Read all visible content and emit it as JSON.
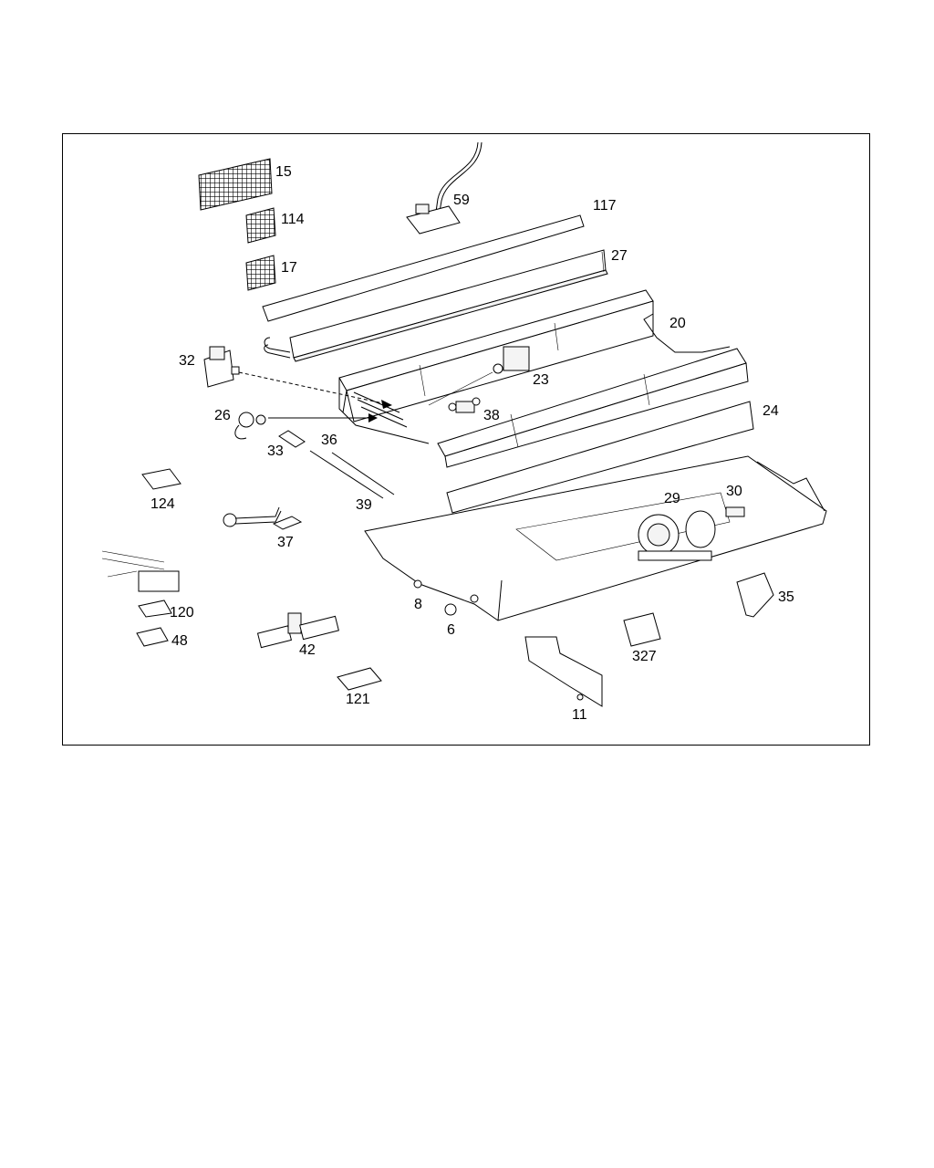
{
  "diagram": {
    "callouts": [
      {
        "id": "15",
        "text": "15"
      },
      {
        "id": "114",
        "text": "114"
      },
      {
        "id": "17",
        "text": "17"
      },
      {
        "id": "59",
        "text": "59"
      },
      {
        "id": "117",
        "text": "117"
      },
      {
        "id": "27",
        "text": "27"
      },
      {
        "id": "20",
        "text": "20"
      },
      {
        "id": "32",
        "text": "32"
      },
      {
        "id": "23",
        "text": "23"
      },
      {
        "id": "26",
        "text": "26"
      },
      {
        "id": "38",
        "text": "38"
      },
      {
        "id": "24",
        "text": "24"
      },
      {
        "id": "33",
        "text": "33"
      },
      {
        "id": "36",
        "text": "36"
      },
      {
        "id": "124",
        "text": "124"
      },
      {
        "id": "39",
        "text": "39"
      },
      {
        "id": "29",
        "text": "29"
      },
      {
        "id": "30",
        "text": "30"
      },
      {
        "id": "37",
        "text": "37"
      },
      {
        "id": "8",
        "text": "8"
      },
      {
        "id": "120",
        "text": "120"
      },
      {
        "id": "6",
        "text": "6"
      },
      {
        "id": "35",
        "text": "35"
      },
      {
        "id": "48",
        "text": "48"
      },
      {
        "id": "42",
        "text": "42"
      },
      {
        "id": "327",
        "text": "327"
      },
      {
        "id": "121",
        "text": "121"
      },
      {
        "id": "11",
        "text": "11"
      }
    ]
  }
}
